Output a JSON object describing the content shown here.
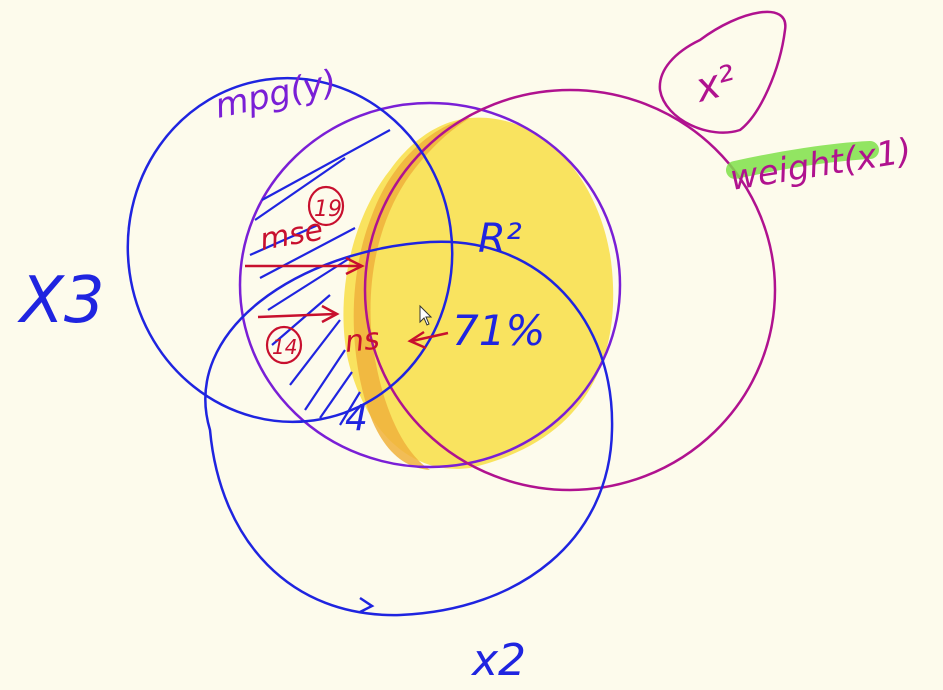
{
  "diagram": {
    "labels": {
      "y": "mpg(y)",
      "x1": "weight(x1)",
      "x2": "x2",
      "x3": "X3",
      "x1_squared": "x²",
      "r_squared": "R²",
      "explained_pct": "71%",
      "mse": "mse",
      "mse_note": "19",
      "ns": "ns",
      "ns_note": "14",
      "ns_value": "4"
    },
    "colors": {
      "blue": "#1f24e0",
      "purple": "#7a1fd6",
      "magenta": "#b0128f",
      "red": "#c8102e",
      "yellow_fill": "#f9e257",
      "orange_fill": "#f0b23c",
      "highlight": "#7fe04a",
      "background": "#fdfbec"
    }
  }
}
